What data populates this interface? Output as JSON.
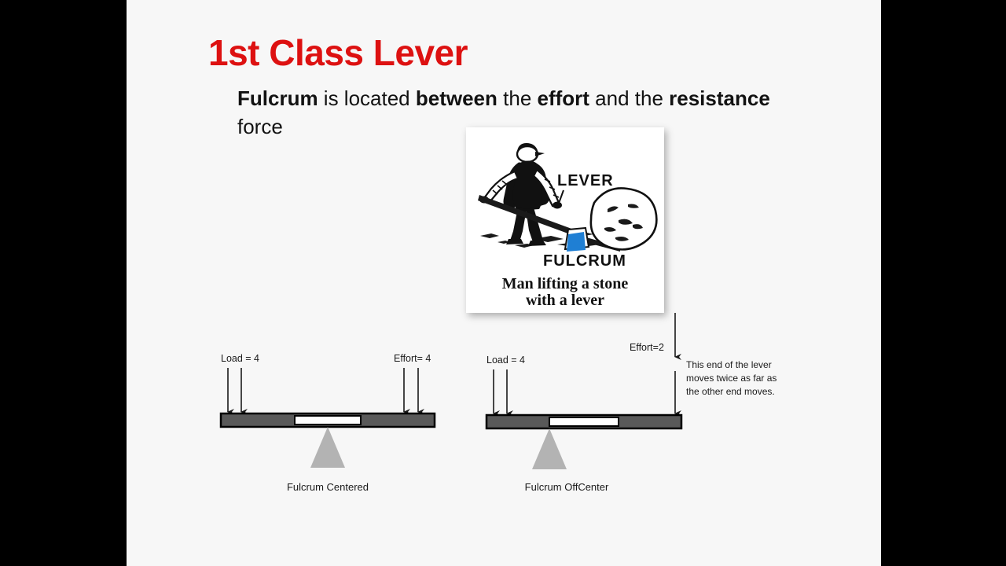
{
  "slide": {
    "title": "1st Class Lever",
    "subtitle_parts": [
      {
        "text": "Fulcrum",
        "bold": true
      },
      {
        "text": " is located ",
        "bold": false
      },
      {
        "text": "between",
        "bold": true
      },
      {
        "text": " the ",
        "bold": false
      },
      {
        "text": "effort",
        "bold": true
      },
      {
        "text": " and the ",
        "bold": false
      },
      {
        "text": "resistance",
        "bold": true
      },
      {
        "text": " force",
        "bold": false
      }
    ],
    "title_color": "#dd1111",
    "background_color": "#f7f7f7",
    "letterbox_color": "#000000"
  },
  "illustration": {
    "label_lever": "LEVER",
    "label_fulcrum": "FULCRUM",
    "caption_line1": "Man lifting a stone",
    "caption_line2": "with a lever",
    "fulcrum_color": "#1f7fd4",
    "ink_color": "#111111",
    "card_color": "#ffffff"
  },
  "diagrams": [
    {
      "id": "fulcrum-centered",
      "load_label": "Load = 4",
      "effort_label": "Effort= 4",
      "caption": "Fulcrum Centered",
      "bar_color": "#595959",
      "bar_center_color": "#ffffff",
      "fulcrum_color": "#b3b3b3",
      "load_arrows": 2,
      "effort_arrows": 2,
      "fulcrum_position": "center"
    },
    {
      "id": "fulcrum-offcenter",
      "load_label": "Load = 4",
      "effort_label": "Effort=2",
      "caption": "Fulcrum OffCenter",
      "note": "This end of the lever moves twice as far as the other end moves.",
      "note_line1": "This end of the lever",
      "note_line2": "moves twice as far as",
      "note_line3": "the other end moves.",
      "bar_color": "#595959",
      "bar_center_color": "#ffffff",
      "fulcrum_color": "#b3b3b3",
      "load_arrows": 2,
      "effort_arrows": 1,
      "fulcrum_position": "offcenter-left"
    }
  ]
}
